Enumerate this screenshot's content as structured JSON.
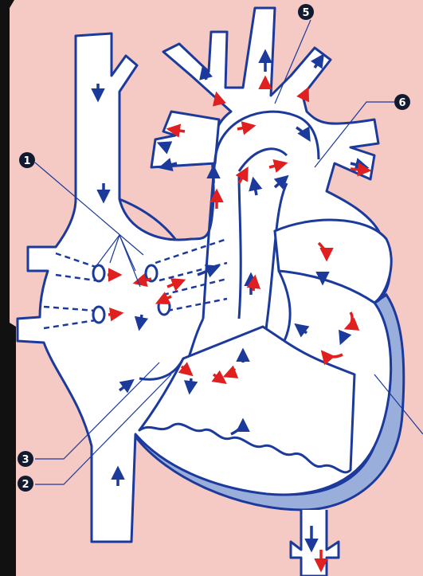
{
  "colors": {
    "background": "#f5c9c4",
    "vessel_fill": "#ffffff",
    "outline": "#1b3a9c",
    "myocardium": "#9aaedc",
    "oxygenated_arrow": "#e02020",
    "deoxygenated_arrow": "#1b3a9c",
    "callout_badge": "#121a30",
    "left_edge": "#111111"
  },
  "callouts": [
    {
      "id": "callout-1",
      "number": "1"
    },
    {
      "id": "callout-2",
      "number": "2"
    },
    {
      "id": "callout-3",
      "number": "3"
    },
    {
      "id": "callout-5",
      "number": "5"
    },
    {
      "id": "callout-6",
      "number": "6"
    }
  ]
}
